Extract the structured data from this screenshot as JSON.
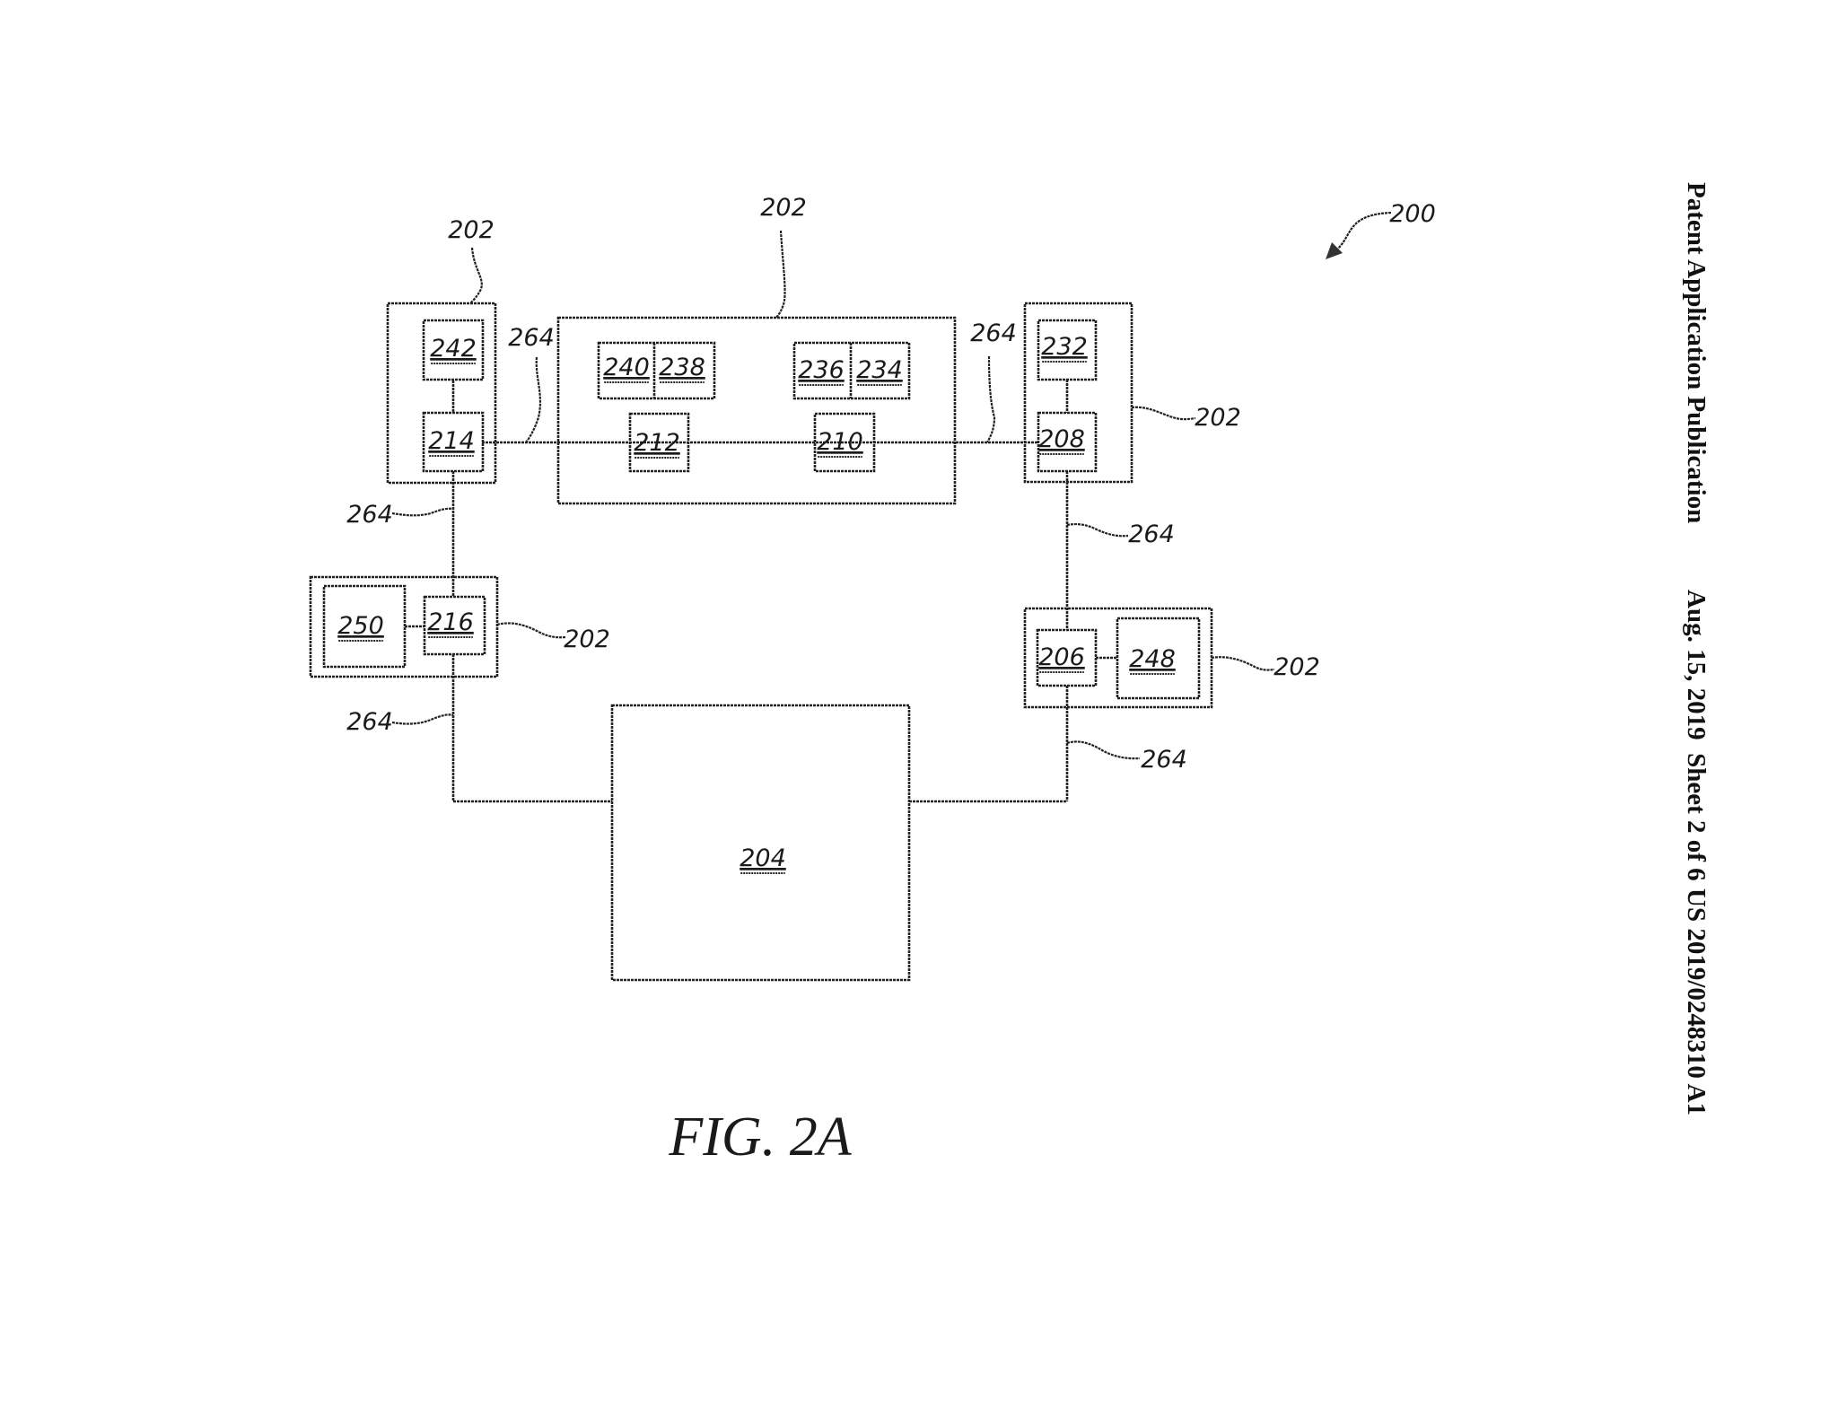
{
  "header": {
    "publication_type": "Patent Application Publication",
    "date_sheet": "Aug. 15, 2019  Sheet 2 of 6",
    "publication_number": "US 2019/0248310 A1"
  },
  "figure": {
    "label": "FIG. 2A",
    "system_ref": "200"
  },
  "components": {
    "node_group_ref": "202",
    "link_ref": "264",
    "c204": "204",
    "c206": "206",
    "c208": "208",
    "c210": "210",
    "c212": "212",
    "c214": "214",
    "c216": "216",
    "c232": "232",
    "c234": "234",
    "c236": "236",
    "c238": "238",
    "c240": "240",
    "c242": "242",
    "c248": "248",
    "c250": "250"
  }
}
